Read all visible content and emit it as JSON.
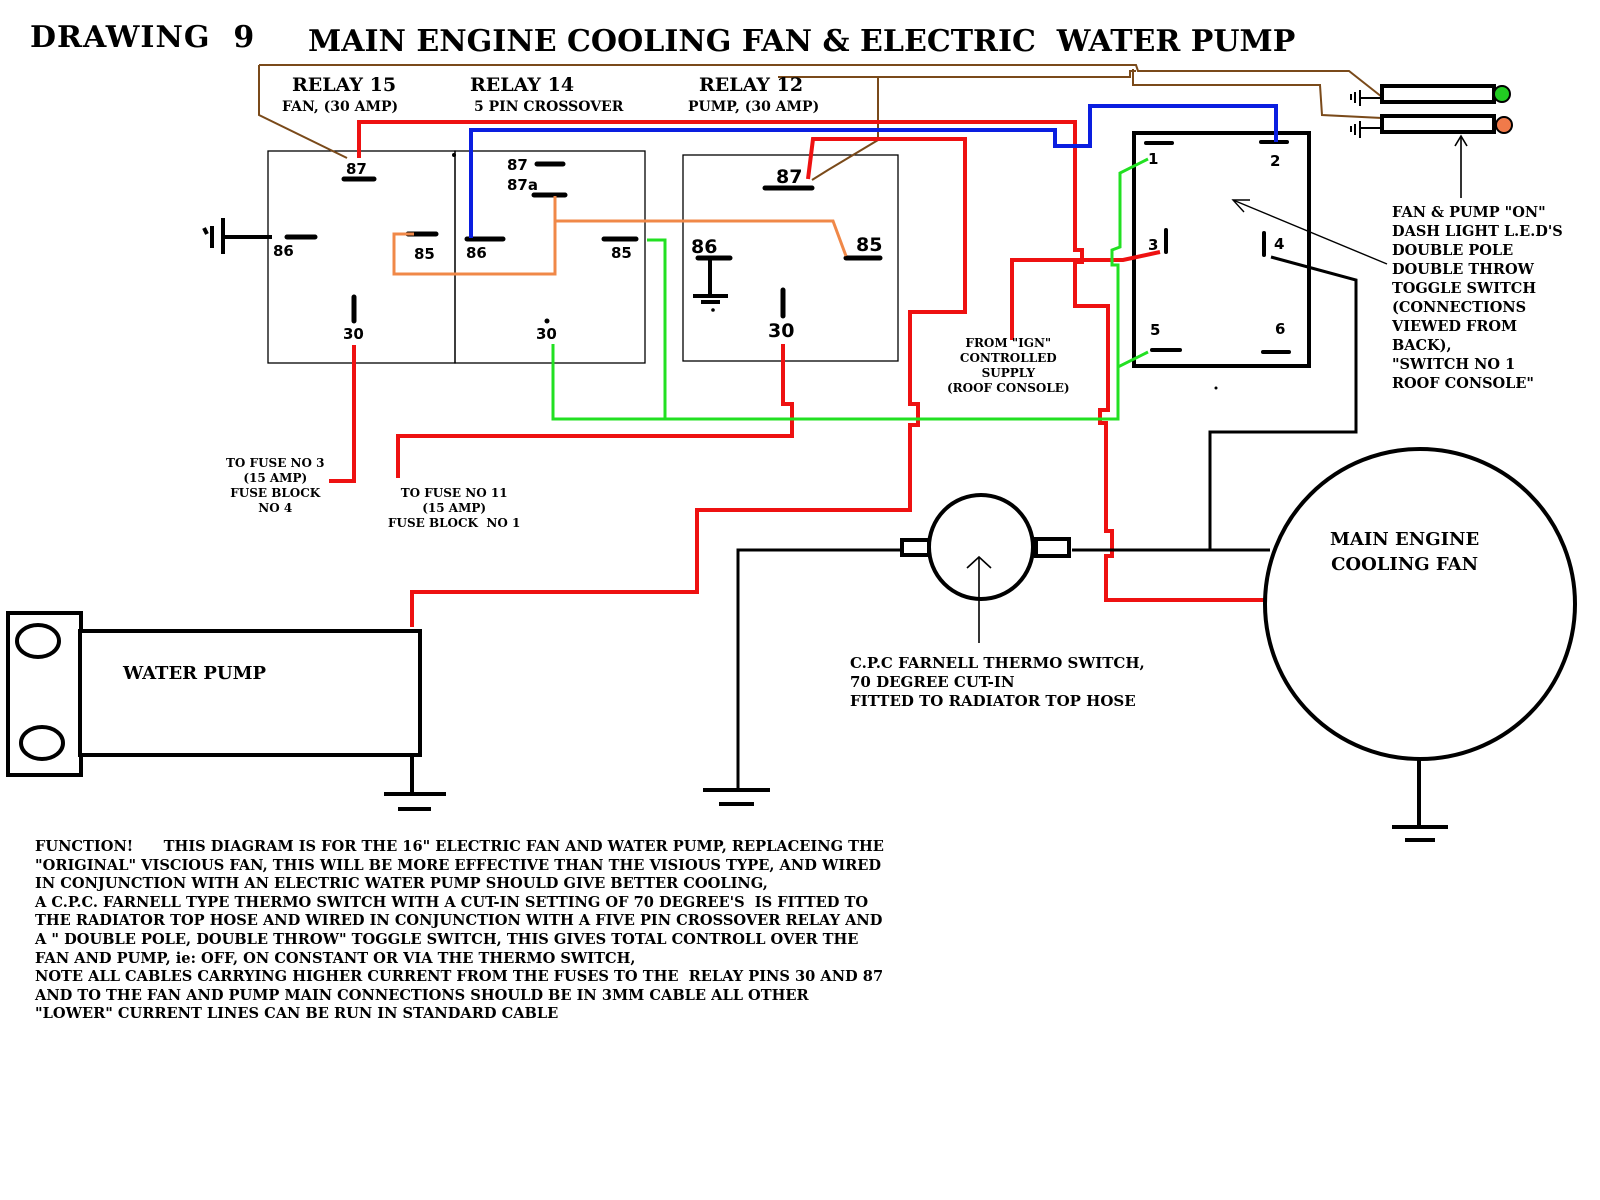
{
  "header": {
    "drawing_label": "DRAWING  9",
    "title": "MAIN ENGINE COOLING FAN & ELECTRIC  WATER PUMP"
  },
  "relays": [
    {
      "name": "RELAY 15",
      "description": "FAN, (30 AMP)",
      "pins": {
        "p87": "87",
        "p86": "86",
        "p85": "85",
        "p30": "30"
      }
    },
    {
      "name": "RELAY 14",
      "description": "5 PIN CROSSOVER",
      "pins": {
        "p87": "87",
        "p87a": "87a",
        "p86": "86",
        "p85": "85",
        "p30": "30"
      }
    },
    {
      "name": "RELAY 12",
      "description": "PUMP, (30 AMP)",
      "pins": {
        "p87": "87",
        "p86": "86",
        "p85": "85",
        "p30": "30"
      }
    }
  ],
  "toggle_switch": {
    "pins": [
      "1",
      "2",
      "3",
      "4",
      "5",
      "6"
    ],
    "label": "FAN & PUMP \"ON\"\nDASH LIGHT L.E.D'S\nDOUBLE POLE\nDOUBLE THROW\nTOGGLE SWITCH\n(CONNECTIONS\nVIEWED FROM\nBACK),\n\"SWITCH NO 1\nROOF CONSOLE\""
  },
  "dash_leds": [
    {
      "name": "fan-on-led",
      "color": "#22cc22"
    },
    {
      "name": "pump-on-led",
      "color": "#f07a4a"
    }
  ],
  "labels": {
    "fuse3": "TO FUSE NO 3\n(15 AMP)\nFUSE BLOCK\nNO 4",
    "fuse11": "TO FUSE NO 11\n(15 AMP)\nFUSE BLOCK  NO 1",
    "ign_supply": "FROM \"IGN\"\nCONTROLLED\nSUPPLY\n(ROOF CONSOLE)",
    "thermo_switch": "C.P.C FARNELL THERMO SWITCH,\n70 DEGREE CUT-IN\nFITTED TO RADIATOR TOP HOSE",
    "water_pump": "WATER PUMP",
    "cooling_fan": "MAIN ENGINE\nCOOLING FAN"
  },
  "function_text": "FUNCTION!      THIS DIAGRAM IS FOR THE 16\" ELECTRIC FAN AND WATER PUMP, REPLACEING THE\n\"ORIGINAL\" VISCIOUS FAN, THIS WILL BE MORE EFFECTIVE THAN THE VISIOUS TYPE, AND WIRED\nIN CONJUNCTION WITH AN ELECTRIC WATER PUMP SHOULD GIVE BETTER COOLING,\nA C.P.C. FARNELL TYPE THERMO SWITCH WITH A CUT-IN SETTING OF 70 DEGREE'S  IS FITTED TO\nTHE RADIATOR TOP HOSE AND WIRED IN CONJUNCTION WITH A FIVE PIN CROSSOVER RELAY AND\nA \" DOUBLE POLE, DOUBLE THROW\" TOGGLE SWITCH, THIS GIVES TOTAL CONTROLL OVER THE\nFAN AND PUMP, ie: OFF, ON CONSTANT OR VIA THE THERMO SWITCH,\nNOTE ALL CABLES CARRYING HIGHER CURRENT FROM THE FUSES TO THE  RELAY PINS 30 AND 87\nAND TO THE FAN AND PUMP MAIN CONNECTIONS SHOULD BE IN 3MM CABLE ALL OTHER\n\"LOWER\" CURRENT LINES CAN BE RUN IN STANDARD CABLE",
  "wire_colors": {
    "power": "#ee1111",
    "control_blue": "#0a1ee0",
    "control_green": "#22e022",
    "crossover_orange": "#f08848",
    "led_feed_brown": "#7a4a1a",
    "ground": "#000000"
  }
}
